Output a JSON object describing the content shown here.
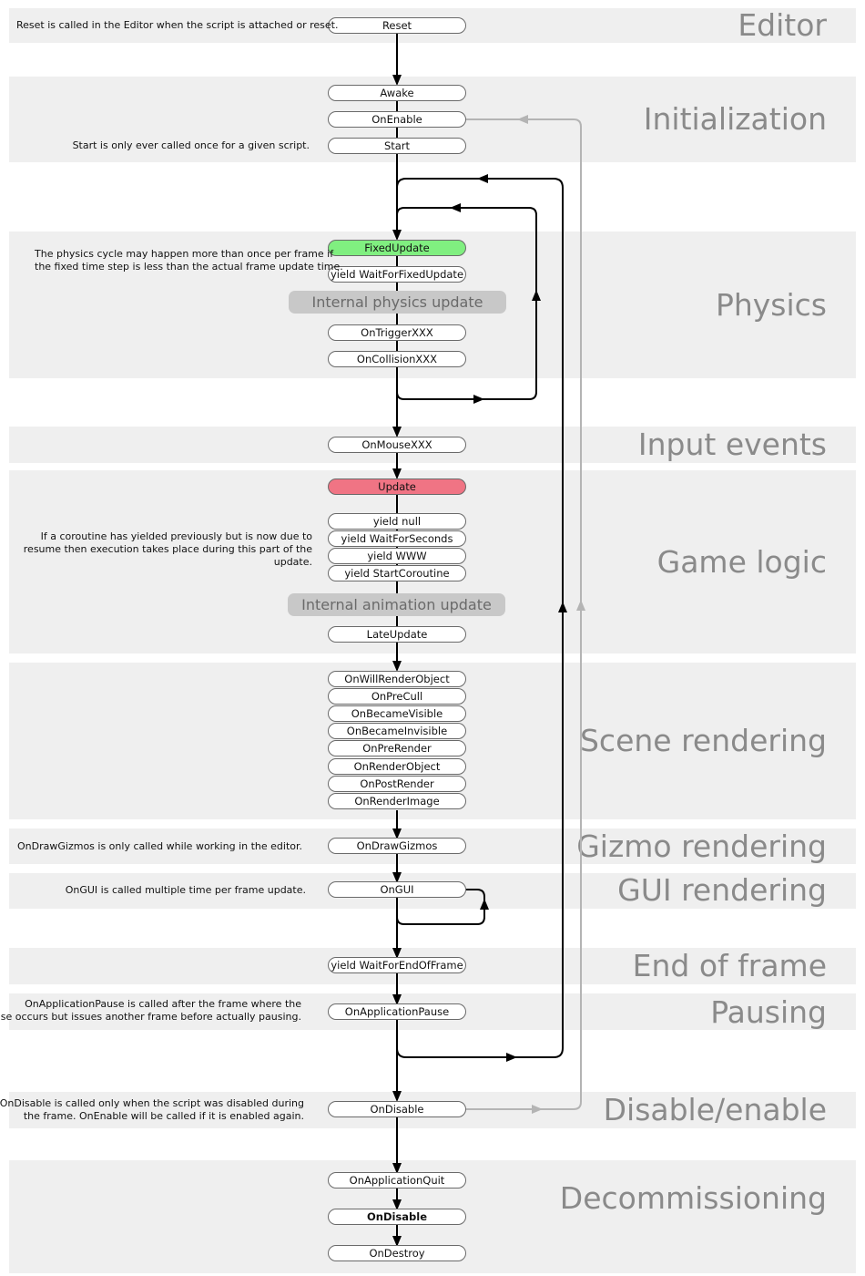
{
  "phases": {
    "editor": "Editor",
    "initialization": "Initialization",
    "physics": "Physics",
    "input_events": "Input events",
    "game_logic": "Game logic",
    "scene_rendering": "Scene rendering",
    "gizmo_rendering": "Gizmo rendering",
    "gui_rendering": "GUI rendering",
    "end_of_frame": "End of frame",
    "pausing": "Pausing",
    "disable_enable": "Disable/enable",
    "decommissioning": "Decommissioning"
  },
  "nodes": {
    "reset": "Reset",
    "awake": "Awake",
    "onenable": "OnEnable",
    "start": "Start",
    "fixedupdate": "FixedUpdate",
    "yield_waitforfixedupdate": "yield WaitForFixedUpdate",
    "internal_physics_update": "Internal physics update",
    "ontriggerxxx": "OnTriggerXXX",
    "oncollisionxxx": "OnCollisionXXX",
    "onmousexxx": "OnMouseXXX",
    "update": "Update",
    "yield_null": "yield null",
    "yield_waitforseconds": "yield WaitForSeconds",
    "yield_www": "yield WWW",
    "yield_startcoroutine": "yield StartCoroutine",
    "internal_animation_update": "Internal animation update",
    "lateupdate": "LateUpdate",
    "onwillrenderobject": "OnWillRenderObject",
    "onprecull": "OnPreCull",
    "onbecamevisible": "OnBecameVisible",
    "onbecameinvisible": "OnBecameInvisible",
    "onprerender": "OnPreRender",
    "onrenderobject": "OnRenderObject",
    "onpostrender": "OnPostRender",
    "onrenderimage": "OnRenderImage",
    "ondrawgizmos": "OnDrawGizmos",
    "ongui": "OnGUI",
    "yield_waitforendofframe": "yield WaitForEndOfFrame",
    "onapplicationpause": "OnApplicationPause",
    "ondisable": "OnDisable",
    "onapplicationquit": "OnApplicationQuit",
    "ondisable_final": "OnDisable",
    "ondestroy": "OnDestroy"
  },
  "notes": {
    "reset": [
      "Reset is called in the Editor when the script is attached or reset."
    ],
    "start": [
      "Start is only ever called once for a given script."
    ],
    "physics": [
      "The physics cycle may happen more than once per frame if",
      "the fixed time step is less than the actual frame update time."
    ],
    "coroutine": [
      "If a coroutine has yielded previously but is now due to",
      "resume then execution takes place during this part of the",
      "update."
    ],
    "gizmos": [
      "OnDrawGizmos is only called while working in the editor."
    ],
    "gui": [
      "OnGUI is called multiple time per frame update."
    ],
    "pause": [
      "OnApplicationPause is called after the frame where the",
      "pause occurs but issues another frame before actually pausing."
    ],
    "disable": [
      "OnDisable is called only when the script was disabled during",
      "the frame. OnEnable will be called if it is enabled again."
    ]
  },
  "colors": {
    "band": "#efefef",
    "phase_text": "#8a8a8a",
    "flow_line": "#000000",
    "enable_loop_line": "#b4b4b4",
    "fixedupdate_fill": "#80ef80",
    "update_fill": "#f07484",
    "internal_step_fill": "#c8c8c8"
  }
}
